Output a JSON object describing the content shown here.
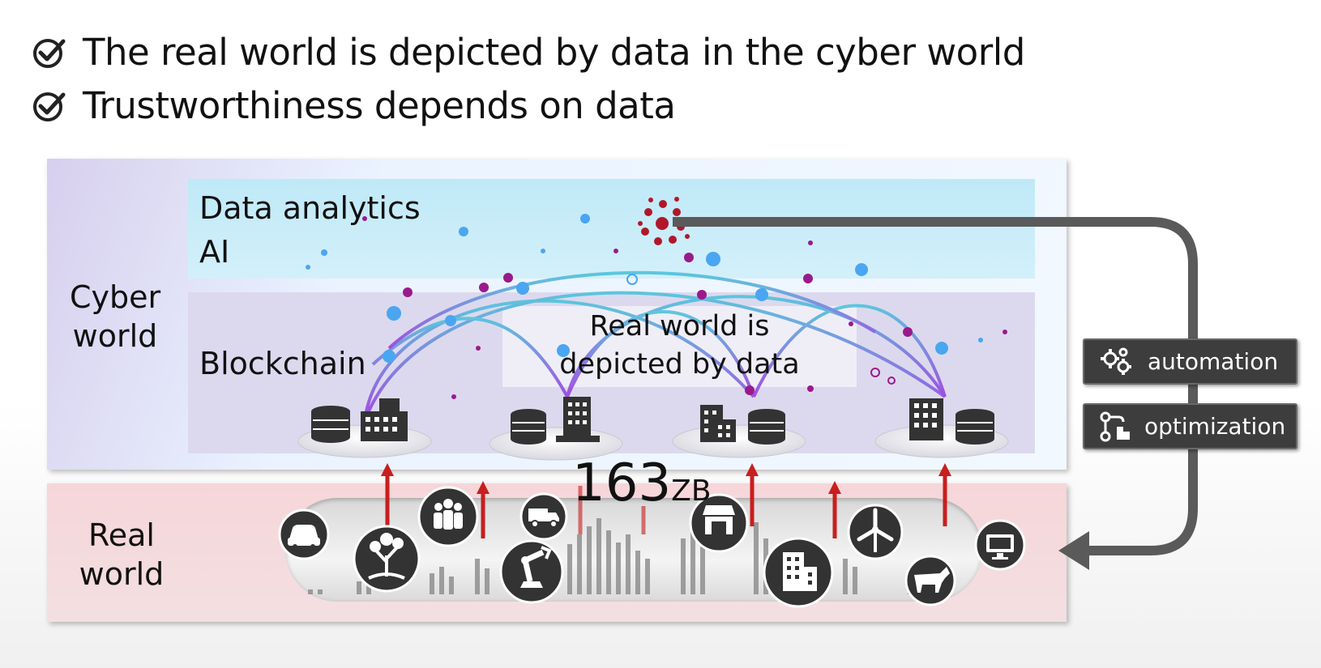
{
  "headlines": {
    "line1": "The real world is depicted by data in the cyber world",
    "line2": "Trustworthiness depends on data"
  },
  "cyber_world": {
    "label": "Cyber world",
    "label_line1": "Cyber",
    "label_line2": "world",
    "analytics_line1": "Data analytics",
    "analytics_line2": "AI",
    "blockchain": "Blockchain",
    "depicted_line1": "Real world is",
    "depicted_line2": "depicted by data"
  },
  "real_world": {
    "label_line1": "Real",
    "label_line2": "world",
    "devices": [
      "car-icon",
      "tree-icon",
      "people-icon",
      "robot-arm-icon",
      "delivery-truck-icon",
      "store-icon",
      "office-building-icon",
      "wind-turbine-icon",
      "cow-icon",
      "monitor-icon"
    ]
  },
  "data_volume": {
    "number": "163",
    "unit": "ZB"
  },
  "feedback": {
    "automation": "automation",
    "optimization": "optimization"
  },
  "colors": {
    "data_arc_teal": "#5bbcd6",
    "data_arc_purple": "#8a4fd8",
    "node_magenta": "#9a1a8c",
    "node_blue": "#4aa6f0",
    "upload_arrow": "#c81e1e",
    "feedback_arrow": "#5a5a5a"
  }
}
